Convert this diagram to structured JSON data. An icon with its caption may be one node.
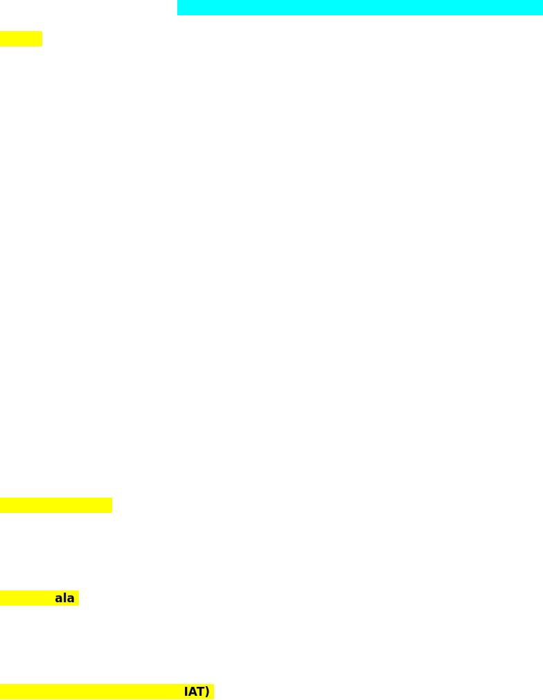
{
  "diagram": {
    "nodes": [
      {
        "text": [],
        "shape": "bar"
      },
      {
        "text": [],
        "shape": "bar"
      },
      {
        "text": [],
        "shape": "bar"
      },
      {
        "text": [
          "ala"
        ]
      },
      {
        "text": [
          "IAT)"
        ]
      }
    ]
  }
}
